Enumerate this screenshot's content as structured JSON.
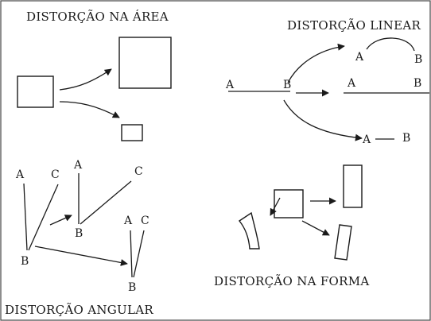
{
  "titles": {
    "area": "DISTORÇÃO NA ÁREA",
    "linear": "DISTORÇÃO LINEAR",
    "angular": "DISTORÇÃO ANGULAR",
    "shape": "DISTORÇÃO NA FORMA"
  },
  "labels": {
    "a": "A",
    "b": "B",
    "c": "C"
  }
}
